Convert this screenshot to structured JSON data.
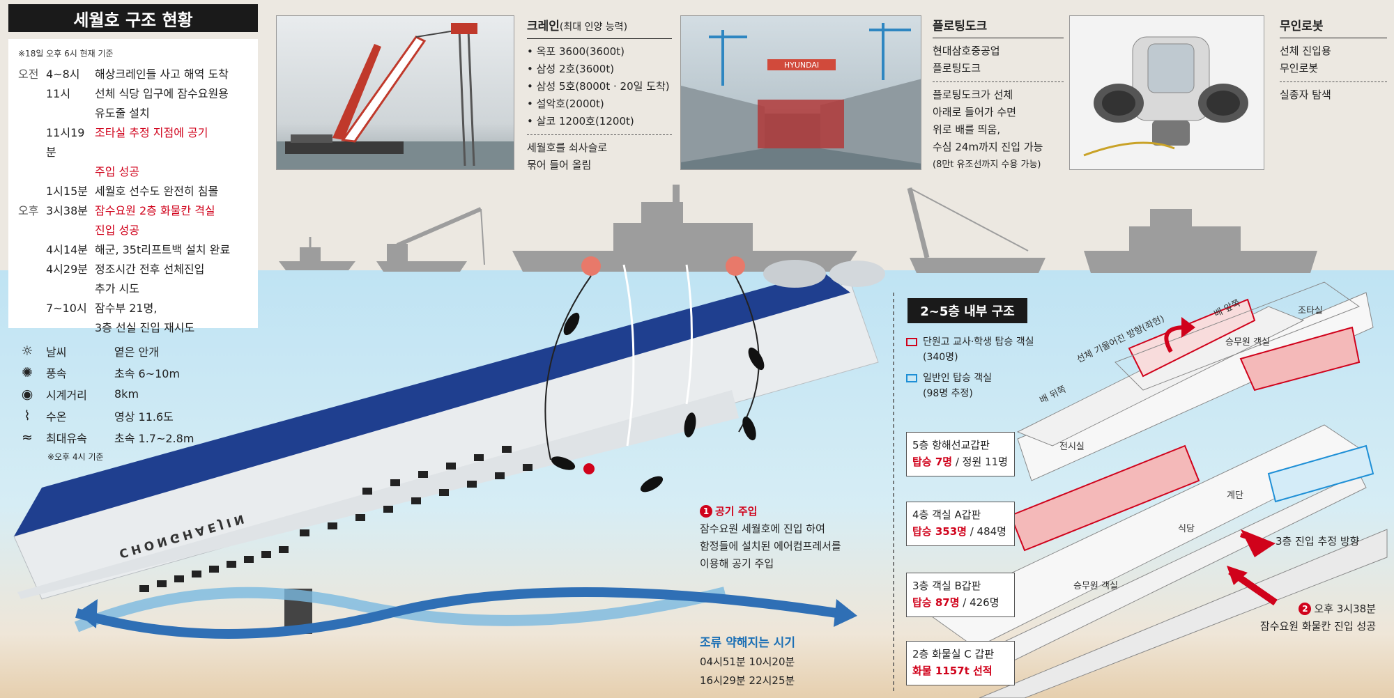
{
  "title": "세월호 구조 현황",
  "timeline": {
    "note": "※18일 오후 6시 현재 기준",
    "rows": [
      {
        "ampm": "오전",
        "time": "4~8시",
        "lines": [
          "해상크레인들 사고 해역 도착"
        ],
        "highlight": false
      },
      {
        "ampm": "",
        "time": "11시",
        "lines": [
          "선체 식당 입구에 잠수요원용",
          "유도줄 설치"
        ],
        "highlight": false
      },
      {
        "ampm": "",
        "time": "11시19분",
        "lines": [
          "조타실 추정 지점에 공기",
          "주입 성공"
        ],
        "highlight": true
      },
      {
        "ampm": "",
        "time": "1시15분",
        "lines": [
          "세월호 선수도 완전히 침몰"
        ],
        "highlight": false
      },
      {
        "ampm": "오후",
        "time": "3시38분",
        "lines": [
          "잠수요원 2층 화물칸 격실",
          "진입 성공"
        ],
        "highlight": true
      },
      {
        "ampm": "",
        "time": "4시14분",
        "lines": [
          "해군, 35t리프트백 설치 완료"
        ],
        "highlight": false
      },
      {
        "ampm": "",
        "time": "4시29분",
        "lines": [
          "정조시간 전후 선체진입",
          "추가 시도"
        ],
        "highlight": false
      },
      {
        "ampm": "",
        "time": "7~10시",
        "lines": [
          "잠수부 21명,",
          "3층 선실 진입 재시도"
        ],
        "highlight": false
      }
    ]
  },
  "weather": {
    "rows": [
      {
        "icon": "sun-icon",
        "glyph": "☼",
        "label": "날씨",
        "value": "옅은 안개"
      },
      {
        "icon": "wind-icon",
        "glyph": "✺",
        "label": "풍속",
        "value": "초속 6~10m"
      },
      {
        "icon": "eye-icon",
        "glyph": "◉",
        "label": "시계거리",
        "value": "8km"
      },
      {
        "icon": "thermometer-icon",
        "glyph": "⌇",
        "label": "수온",
        "value": "영상 11.6도"
      },
      {
        "icon": "wave-icon",
        "glyph": "≈",
        "label": "최대유속",
        "value": "초속 1.7~2.8m"
      }
    ],
    "note": "※오후 4시 기준"
  },
  "crane": {
    "title": "크레인",
    "subtitle": "(최대 인양 능력)",
    "items": [
      "• 옥포 3600(3600t)",
      "• 삼성 2호(3600t)",
      "• 삼성 5호(8000t · 20일 도착)",
      "• 설악호(2000t)",
      "• 살코 1200호(1200t)"
    ],
    "desc": [
      "세월호를 쇠사슬로",
      "묶어 들어 올림"
    ]
  },
  "floating_dock": {
    "title": "플로팅도크",
    "owner": [
      "현대삼호중공업",
      "플로팅도크"
    ],
    "desc": [
      "플로팅도크가 선체",
      "아래로 들어가 수면",
      "위로 배를 띄움,",
      "수심 24m까지 진입 가능"
    ],
    "note": "(8만t 유조선까지 수용 가능)",
    "sign": "HYUNDAI"
  },
  "robot": {
    "title": "무인로봇",
    "desc": [
      "선체 진입용",
      "무인로봇"
    ],
    "task": "실종자 탐색"
  },
  "ship": {
    "name": "CHONGHAEJIN"
  },
  "annotation1": {
    "num": "1",
    "title": "공기 주입",
    "lines": [
      "잠수요원 세월호에 진입 하여",
      "함정들에 설치된 에어컴프레서를",
      "이용해 공기 주입"
    ]
  },
  "tide": {
    "title": "조류 약해지는 시기",
    "times": [
      "04시51분  10시20분",
      "16시29분  22시25분"
    ]
  },
  "structure": {
    "title": "2~5층 내부 구조",
    "legend": [
      {
        "color": "#d0021b",
        "label": "단원고 교사·학생 탑승 객실",
        "sub": "(340명)"
      },
      {
        "color": "#1e8fd6",
        "label": "일반인 탑승 객실",
        "sub": "(98명 추정)"
      }
    ],
    "decks": [
      {
        "name": "5층 항해선교갑판",
        "red": "탑승 7명",
        "rest": " / 정원 11명"
      },
      {
        "name": "4층 객실 A갑판",
        "red": "탑승 353명",
        "rest": " / 484명"
      },
      {
        "name": "3층 객실 B갑판",
        "red": "탑승 87명",
        "rest": " / 426명"
      },
      {
        "name": "2층 화물실 C 갑판",
        "red": "화물 1157t 선적",
        "rest": ""
      }
    ],
    "labels": {
      "bow": "배 앞쪽",
      "stern": "배 뒤쪽",
      "tilt": "선체 기울어진 방향(좌현)",
      "bridge": "조타실",
      "crew_room": "승무원 객실",
      "exhibition": "전시실",
      "stairs": "계단",
      "dining": "식당",
      "crew_room2": "승무원 객실"
    },
    "entry_dir": "3층 진입 추정 방향",
    "entry2_num": "2",
    "entry2_lines": [
      "오후 3시38분",
      "잠수요원 화물칸 진입 성공"
    ]
  },
  "colors": {
    "accent_red": "#d0021b",
    "hull_blue": "#1f3f8f",
    "sea": "#bfe3f3",
    "tide_blue": "#1b6fb5"
  }
}
